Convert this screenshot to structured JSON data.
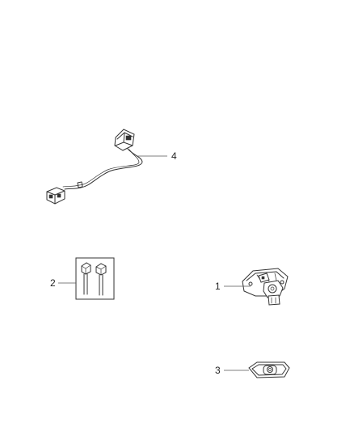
{
  "parts": [
    {
      "id": "part-1",
      "callout": "1"
    },
    {
      "id": "part-2",
      "callout": "2"
    },
    {
      "id": "part-3",
      "callout": "3"
    },
    {
      "id": "part-4",
      "callout": "4"
    }
  ]
}
